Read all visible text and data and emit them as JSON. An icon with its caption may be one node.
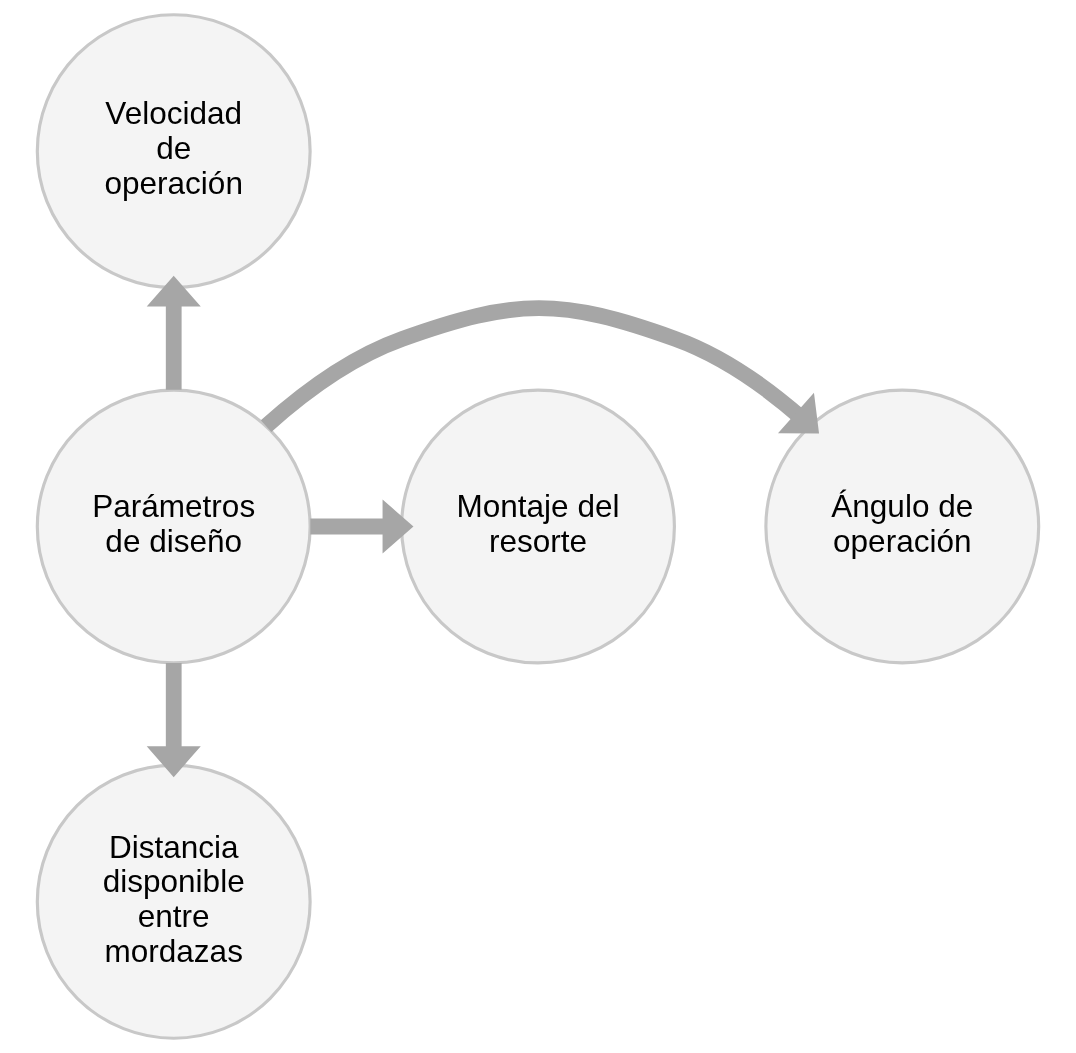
{
  "diagram": {
    "nodes": [
      {
        "text": [
          "Velocidad de operación"
        ]
      },
      {
        "text": [
          "Montaje del resorte"
        ]
      },
      {
        "text": [
          "Parámetros de diseño"
        ]
      },
      {
        "text": [
          "Ángulo de operación"
        ]
      },
      {
        "text": [
          "Distancia disponible entre mordazas"
        ]
      }
    ],
    "edges": [
      {
        "from": 2,
        "to": 0,
        "arrow": "to"
      },
      {
        "from": 2,
        "to": 3,
        "arrow": "to"
      },
      {
        "from": 2,
        "to": 4,
        "arrow": "to"
      },
      {
        "from": 2,
        "to": 1,
        "arrow": "to"
      }
    ]
  }
}
